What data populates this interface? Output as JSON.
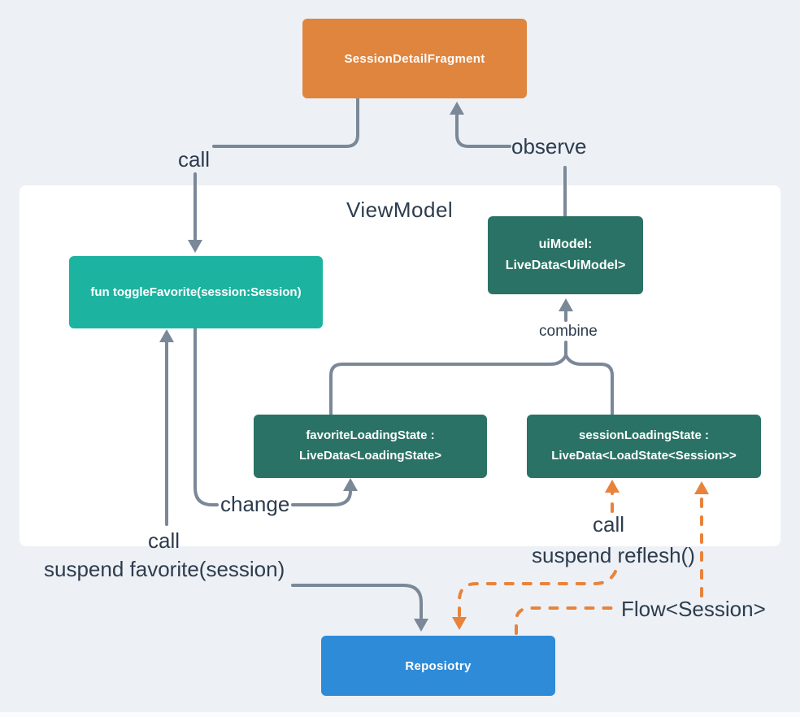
{
  "diagram_title": "ViewModel",
  "nodes": {
    "fragment": {
      "label": "SessionDetailFragment",
      "color": "#E0853E"
    },
    "toggle_favorite": {
      "label": "fun toggleFavorite(session:Session)",
      "color": "#1CB3A1"
    },
    "ui_model": {
      "line1": "uiModel:",
      "line2": "LiveData<UiModel>",
      "color": "#2A7265"
    },
    "favorite_loading_state": {
      "line1": "favoriteLoadingState :",
      "line2": "LiveData<LoadingState>",
      "color": "#2A7265"
    },
    "session_loading_state": {
      "line1": "sessionLoadingState :",
      "line2": "LiveData<LoadState<Session>>",
      "color": "#2A7265"
    },
    "repository": {
      "label": "Reposiotry",
      "color": "#2E8BD8"
    }
  },
  "edge_labels": {
    "call_top": "call",
    "observe": "observe",
    "combine": "combine",
    "change": "change",
    "call_left": "call",
    "suspend_favorite": "suspend favorite(session)",
    "call_right": "call",
    "suspend_reflesh": "suspend reflesh()",
    "flow_session": "Flow<Session>"
  },
  "colors": {
    "background": "#edf1f5",
    "panel": "#ffffff",
    "arrow_gray": "#7b8898",
    "arrow_orange": "#E8833C",
    "label_text": "#2d3c4e"
  }
}
